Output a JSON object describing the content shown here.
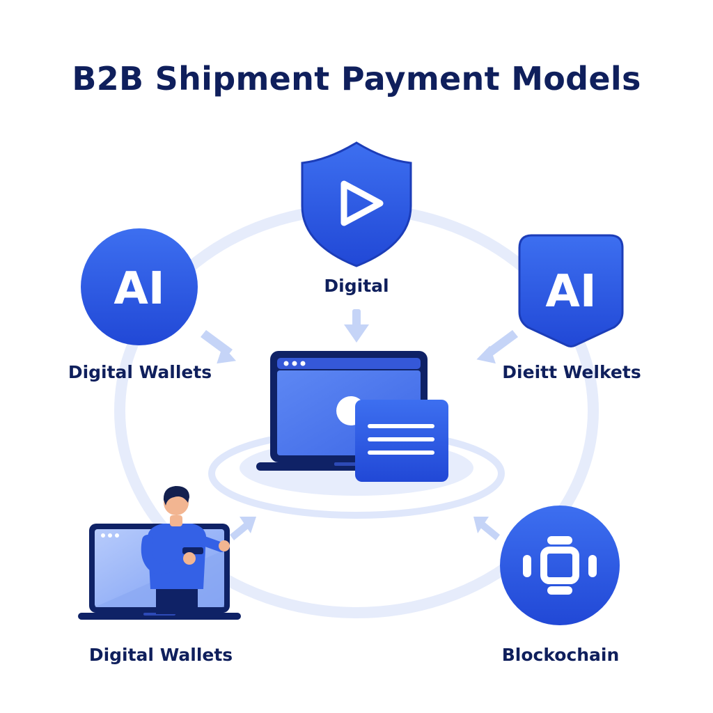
{
  "title": "B2B Shipment Payment Models",
  "colors": {
    "primary_blue": "#2f5ee8",
    "dark_navy": "#0f1f5c",
    "light_blue": "#dfe7fb",
    "laptop_frame": "#0f2266"
  },
  "nodes": {
    "top": {
      "label": "Digital",
      "icon": "shield-play-icon"
    },
    "left": {
      "label": "Digital Wallets",
      "icon": "ai-circle-icon",
      "icon_text": "AI"
    },
    "right": {
      "label": "Dieitt Welkets",
      "icon": "ai-shield-icon",
      "icon_text": "AI"
    },
    "bottom_left": {
      "label": "Digital Wallets",
      "icon": "person-laptop-icon"
    },
    "bottom_right": {
      "label": "Blockochain",
      "icon": "blockchain-icon"
    },
    "center": {
      "icon": "laptop-platform-icon"
    }
  }
}
